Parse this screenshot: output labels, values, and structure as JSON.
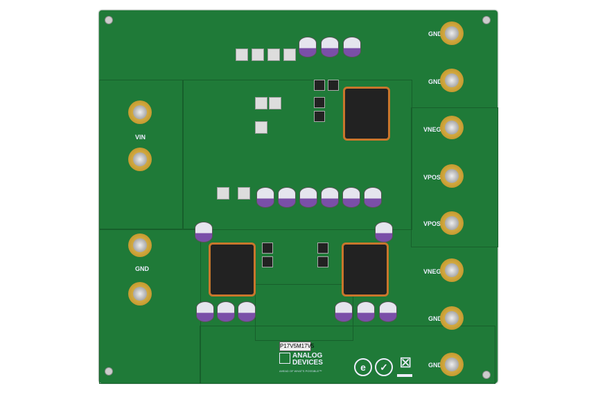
{
  "board": {
    "left_labels": [
      "VIN",
      "GND"
    ],
    "right_labels": [
      "GND",
      "GND",
      "VNEG",
      "VPOS",
      "VPOS",
      "VNEG",
      "GND",
      "GND"
    ],
    "part_label": "P17V5M17V5",
    "brand": {
      "line1": "ANALOG",
      "line2": "DEVICES",
      "tagline": "AHEAD OF WHAT'S POSSIBLE™"
    },
    "colors": {
      "pcb": "#1f7a38",
      "terminal": "#d4a73a"
    }
  }
}
